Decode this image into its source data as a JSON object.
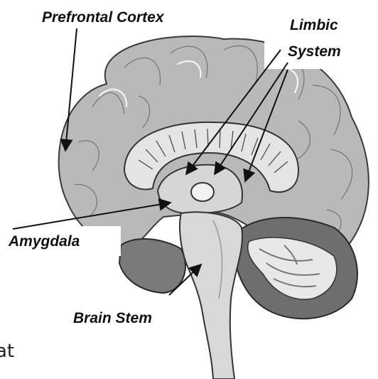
{
  "labels": {
    "prefrontal_cortex": "Prefrontal Cortex",
    "limbic_line1": "Limbic",
    "limbic_line2": "System",
    "amygdala": "Amygdala",
    "brain_stem": "Brain Stem"
  },
  "cut_off_text": "at",
  "colors": {
    "cerebrum": "#b9b9b9",
    "cerebrum_outline": "#3a3a3a",
    "corpus_callosum": "#e4e4e4",
    "cerebellum": "#6e6e6e",
    "brainstem": "#d8d8d8",
    "ventricle": "#f2f2f2",
    "label_text": "#111111"
  }
}
